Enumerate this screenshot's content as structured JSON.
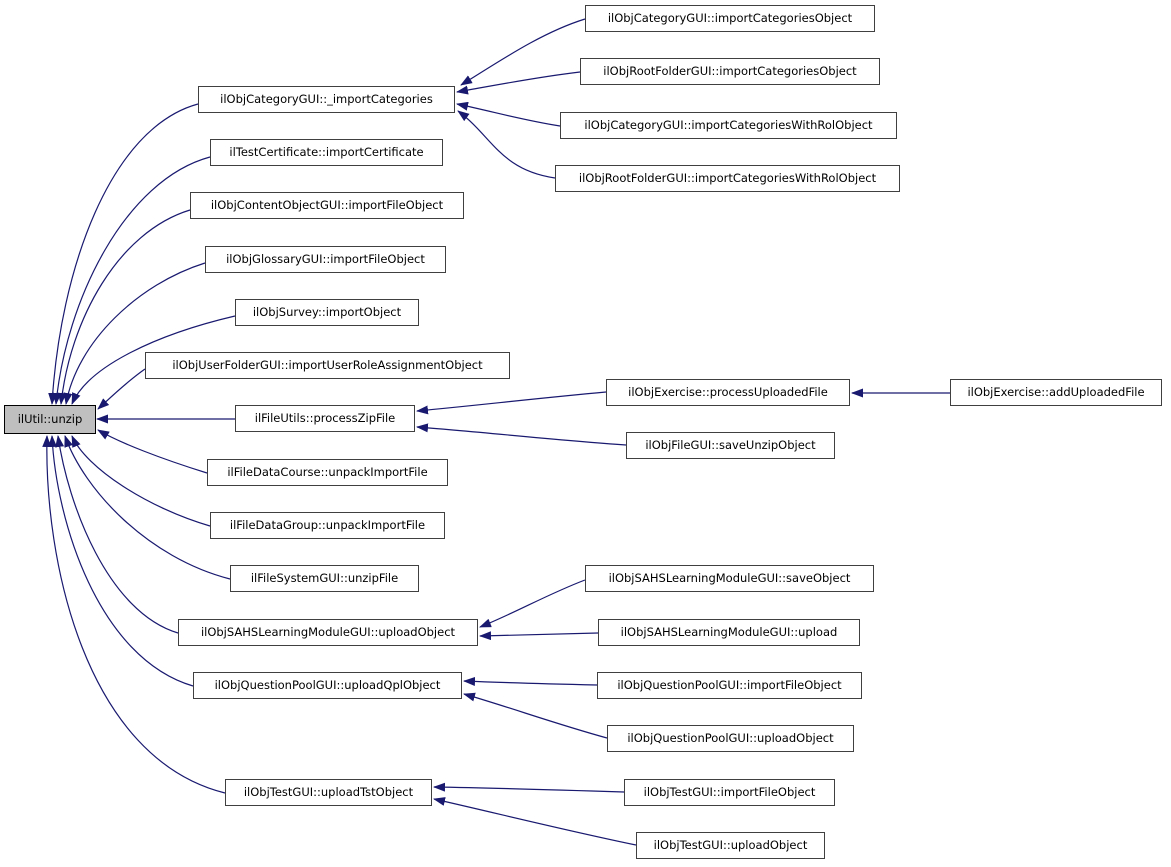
{
  "diagram": {
    "type": "call-graph",
    "focus_function": "ilUtil::unzip",
    "colors": {
      "edge": "#191970",
      "node_border": "#404040",
      "node_fill": "#ffffff",
      "highlight_fill": "#bfbfbf",
      "background": "#ffffff"
    },
    "nodes": [
      {
        "id": "unzip",
        "label": "ilUtil::unzip",
        "highlighted": true
      },
      {
        "id": "b_impcat",
        "label": "ilObjCategoryGUI::_importCategories",
        "highlighted": false
      },
      {
        "id": "b_cert",
        "label": "ilTestCertificate::importCertificate",
        "highlighted": false
      },
      {
        "id": "b_content",
        "label": "ilObjContentObjectGUI::importFileObject",
        "highlighted": false
      },
      {
        "id": "b_gloss",
        "label": "ilObjGlossaryGUI::importFileObject",
        "highlighted": false
      },
      {
        "id": "b_survey",
        "label": "ilObjSurvey::importObject",
        "highlighted": false
      },
      {
        "id": "b_userfolder",
        "label": "ilObjUserFolderGUI::importUserRoleAssignmentObject",
        "highlighted": false
      },
      {
        "id": "b_zipfile",
        "label": "ilFileUtils::processZipFile",
        "highlighted": false
      },
      {
        "id": "b_course",
        "label": "ilFileDataCourse::unpackImportFile",
        "highlighted": false
      },
      {
        "id": "b_group",
        "label": "ilFileDataGroup::unpackImportFile",
        "highlighted": false
      },
      {
        "id": "b_fs",
        "label": "ilFileSystemGUI::unzipFile",
        "highlighted": false
      },
      {
        "id": "b_sahs_uploadobj",
        "label": "ilObjSAHSLearningModuleGUI::uploadObject",
        "highlighted": false
      },
      {
        "id": "b_qpl",
        "label": "ilObjQuestionPoolGUI::uploadQplObject",
        "highlighted": false
      },
      {
        "id": "b_tst",
        "label": "ilObjTestGUI::uploadTstObject",
        "highlighted": false
      },
      {
        "id": "c_cat_imp",
        "label": "ilObjCategoryGUI::importCategoriesObject",
        "highlighted": false
      },
      {
        "id": "c_root_imp",
        "label": "ilObjRootFolderGUI::importCategoriesObject",
        "highlighted": false
      },
      {
        "id": "c_cat_rol",
        "label": "ilObjCategoryGUI::importCategoriesWithRolObject",
        "highlighted": false
      },
      {
        "id": "c_root_rol",
        "label": "ilObjRootFolderGUI::importCategoriesWithRolObject",
        "highlighted": false
      },
      {
        "id": "c_ex_process",
        "label": "ilObjExercise::processUploadedFile",
        "highlighted": false
      },
      {
        "id": "c_file_save",
        "label": "ilObjFileGUI::saveUnzipObject",
        "highlighted": false
      },
      {
        "id": "c_sahs_save",
        "label": "ilObjSAHSLearningModuleGUI::saveObject",
        "highlighted": false
      },
      {
        "id": "c_sahs_upload",
        "label": "ilObjSAHSLearningModuleGUI::upload",
        "highlighted": false
      },
      {
        "id": "c_qp_import",
        "label": "ilObjQuestionPoolGUI::importFileObject",
        "highlighted": false
      },
      {
        "id": "c_qp_upload",
        "label": "ilObjQuestionPoolGUI::uploadObject",
        "highlighted": false
      },
      {
        "id": "c_test_import",
        "label": "ilObjTestGUI::importFileObject",
        "highlighted": false
      },
      {
        "id": "c_test_upload",
        "label": "ilObjTestGUI::uploadObject",
        "highlighted": false
      },
      {
        "id": "d_ex_add",
        "label": "ilObjExercise::addUploadedFile",
        "highlighted": false
      }
    ],
    "edges": [
      {
        "from": "b_impcat",
        "to": "unzip"
      },
      {
        "from": "b_cert",
        "to": "unzip"
      },
      {
        "from": "b_content",
        "to": "unzip"
      },
      {
        "from": "b_gloss",
        "to": "unzip"
      },
      {
        "from": "b_survey",
        "to": "unzip"
      },
      {
        "from": "b_userfolder",
        "to": "unzip"
      },
      {
        "from": "b_zipfile",
        "to": "unzip"
      },
      {
        "from": "b_course",
        "to": "unzip"
      },
      {
        "from": "b_group",
        "to": "unzip"
      },
      {
        "from": "b_fs",
        "to": "unzip"
      },
      {
        "from": "b_sahs_uploadobj",
        "to": "unzip"
      },
      {
        "from": "b_qpl",
        "to": "unzip"
      },
      {
        "from": "b_tst",
        "to": "unzip"
      },
      {
        "from": "c_cat_imp",
        "to": "b_impcat"
      },
      {
        "from": "c_root_imp",
        "to": "b_impcat"
      },
      {
        "from": "c_cat_rol",
        "to": "b_impcat"
      },
      {
        "from": "c_root_rol",
        "to": "b_impcat"
      },
      {
        "from": "c_ex_process",
        "to": "b_zipfile"
      },
      {
        "from": "c_file_save",
        "to": "b_zipfile"
      },
      {
        "from": "d_ex_add",
        "to": "c_ex_process"
      },
      {
        "from": "c_sahs_save",
        "to": "b_sahs_uploadobj"
      },
      {
        "from": "c_sahs_upload",
        "to": "b_sahs_uploadobj"
      },
      {
        "from": "c_qp_import",
        "to": "b_qpl"
      },
      {
        "from": "c_qp_upload",
        "to": "b_qpl"
      },
      {
        "from": "c_test_import",
        "to": "b_tst"
      },
      {
        "from": "c_test_upload",
        "to": "b_tst"
      }
    ]
  }
}
